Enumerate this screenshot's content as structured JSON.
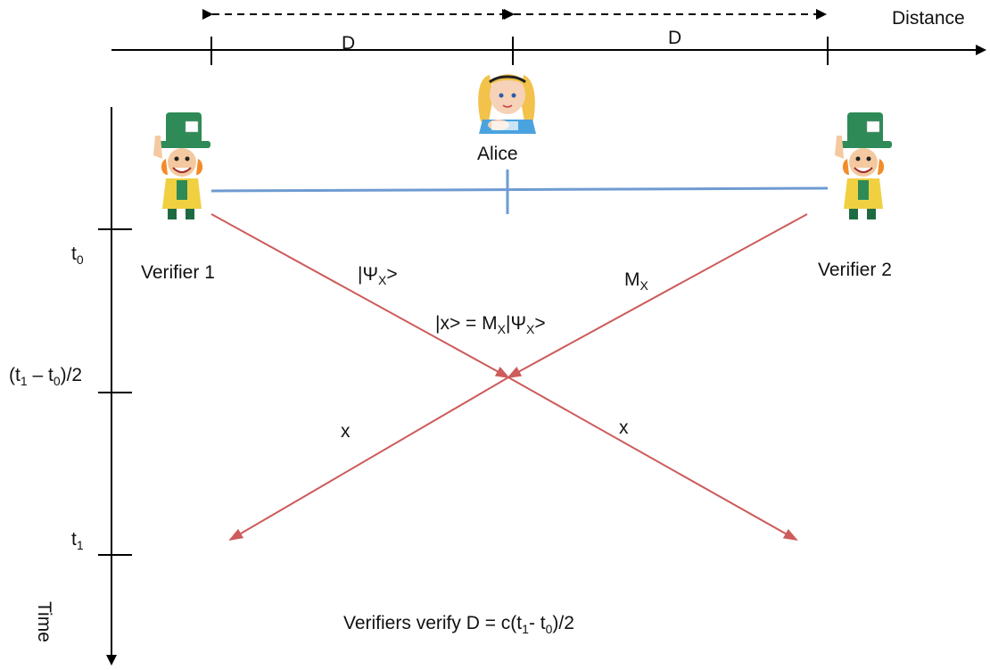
{
  "axes": {
    "distance_label": "Distance",
    "time_label": "Time",
    "segment_label_left": "D",
    "segment_label_right": "D"
  },
  "time_ticks": {
    "t0": {
      "base": "t",
      "sub": "0"
    },
    "mid": {
      "open": "(t",
      "sub1": "1",
      "minus": " – t",
      "sub2": "0",
      "close": ")/2"
    },
    "t1": {
      "base": "t",
      "sub": "1"
    }
  },
  "actors": {
    "alice": "Alice",
    "verifier_1": "Verifier 1",
    "verifier_2": "Verifier 2"
  },
  "messages": {
    "psi_prefix": "|Ψ",
    "psi_sub": "X",
    "psi_suffix": ">",
    "m_base": "M",
    "m_sub": "X",
    "eq_pre": "|x> = M",
    "eq_sub1": "X",
    "eq_mid": "|Ψ",
    "eq_sub2": "X",
    "eq_post": ">",
    "x_left": "x",
    "x_right": "x"
  },
  "caption": {
    "pre": "Verifiers verify D = c(t",
    "sub1": "1",
    "mid": "- t",
    "sub2": "0",
    "post": ")/2"
  },
  "colors": {
    "axis": "#000000",
    "signal": "#cd5c5c",
    "position_line": "#6f9bd1"
  }
}
